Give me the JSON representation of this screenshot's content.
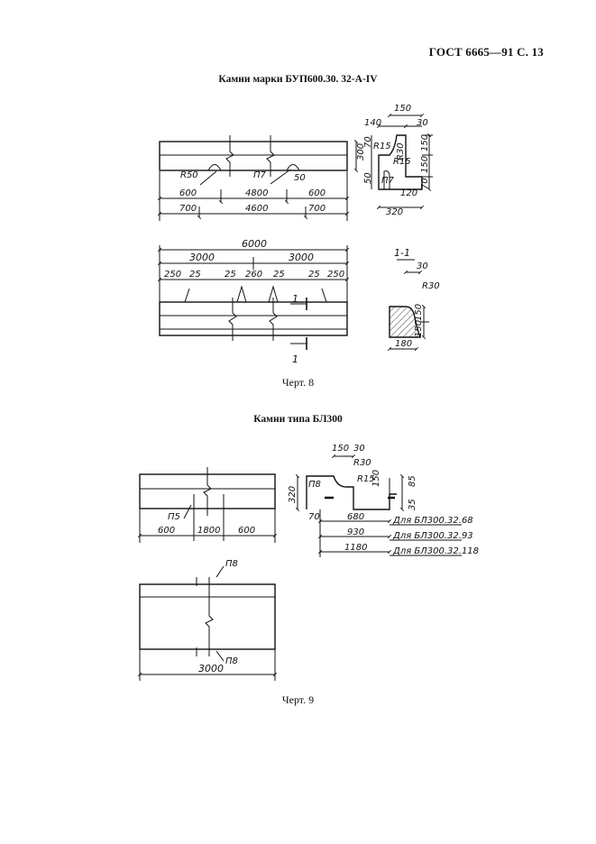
{
  "page_header": "ГОСТ 6665—91 С. 13",
  "figure8": {
    "title": "Камни марки БУП600.30. 32-А-IV",
    "caption": "Черт. 8",
    "front": {
      "labels": [
        "R50",
        "П7",
        "50"
      ],
      "dims_row1": [
        "600",
        "4800",
        "600"
      ],
      "dims_row2": [
        "700",
        "4600",
        "700"
      ],
      "height": "300",
      "h70": "70",
      "h50": "50"
    },
    "side": {
      "top": [
        "150",
        "140",
        "30"
      ],
      "radii": [
        "R15",
        "R30",
        "R15"
      ],
      "right": [
        "150",
        "150",
        "70"
      ],
      "labels": [
        "П7",
        "120",
        "320"
      ]
    },
    "plan": {
      "overall": "6000",
      "halves": [
        "3000",
        "3000"
      ],
      "parts": [
        "250",
        "25",
        "25",
        "260",
        "25",
        "25",
        "250"
      ],
      "section_mark": "1"
    },
    "section": {
      "title": "1-1",
      "top": "30",
      "radius": "R30",
      "right": [
        "150",
        "150"
      ],
      "bottom": "180"
    }
  },
  "figure9": {
    "title": "Камни типа БЛ300",
    "caption": "Черт. 9",
    "front": {
      "label": "П5",
      "dims": [
        "600",
        "1800",
        "600"
      ]
    },
    "side": {
      "top": [
        "150",
        "30"
      ],
      "radii": [
        "R30",
        "R15"
      ],
      "right": [
        "150",
        "85",
        "35"
      ],
      "left": [
        "320",
        "70"
      ],
      "label": "П8",
      "widths": [
        "680",
        "930",
        "1180"
      ],
      "variants": [
        "Для БЛ300.32.68",
        "Для БЛ300.32.93",
        "Для БЛ300.32.118"
      ]
    },
    "plan": {
      "labels": [
        "П8",
        "П8"
      ],
      "overall": "3000"
    }
  }
}
